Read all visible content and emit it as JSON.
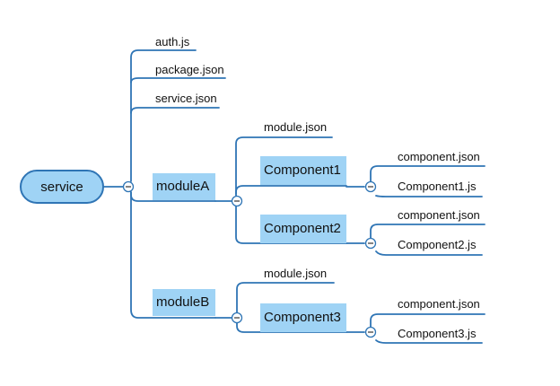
{
  "root": {
    "label": "service"
  },
  "children": {
    "auth": "auth.js",
    "package": "package.json",
    "service_json": "service.json",
    "moduleA": {
      "label": "moduleA",
      "module_json": "module.json",
      "component1": {
        "label": "Component1",
        "json": "component.json",
        "js": "Component1.js"
      },
      "component2": {
        "label": "Component2",
        "json": "component.json",
        "js": "Component2.js"
      }
    },
    "moduleB": {
      "label": "moduleB",
      "module_json": "module.json",
      "component3": {
        "label": "Component3",
        "json": "component.json",
        "js": "Component3.js"
      }
    }
  },
  "colors": {
    "line": "#2f75b5",
    "box_fill": "#9fd3f5",
    "text": "#111111"
  },
  "collapse_glyph": "−"
}
